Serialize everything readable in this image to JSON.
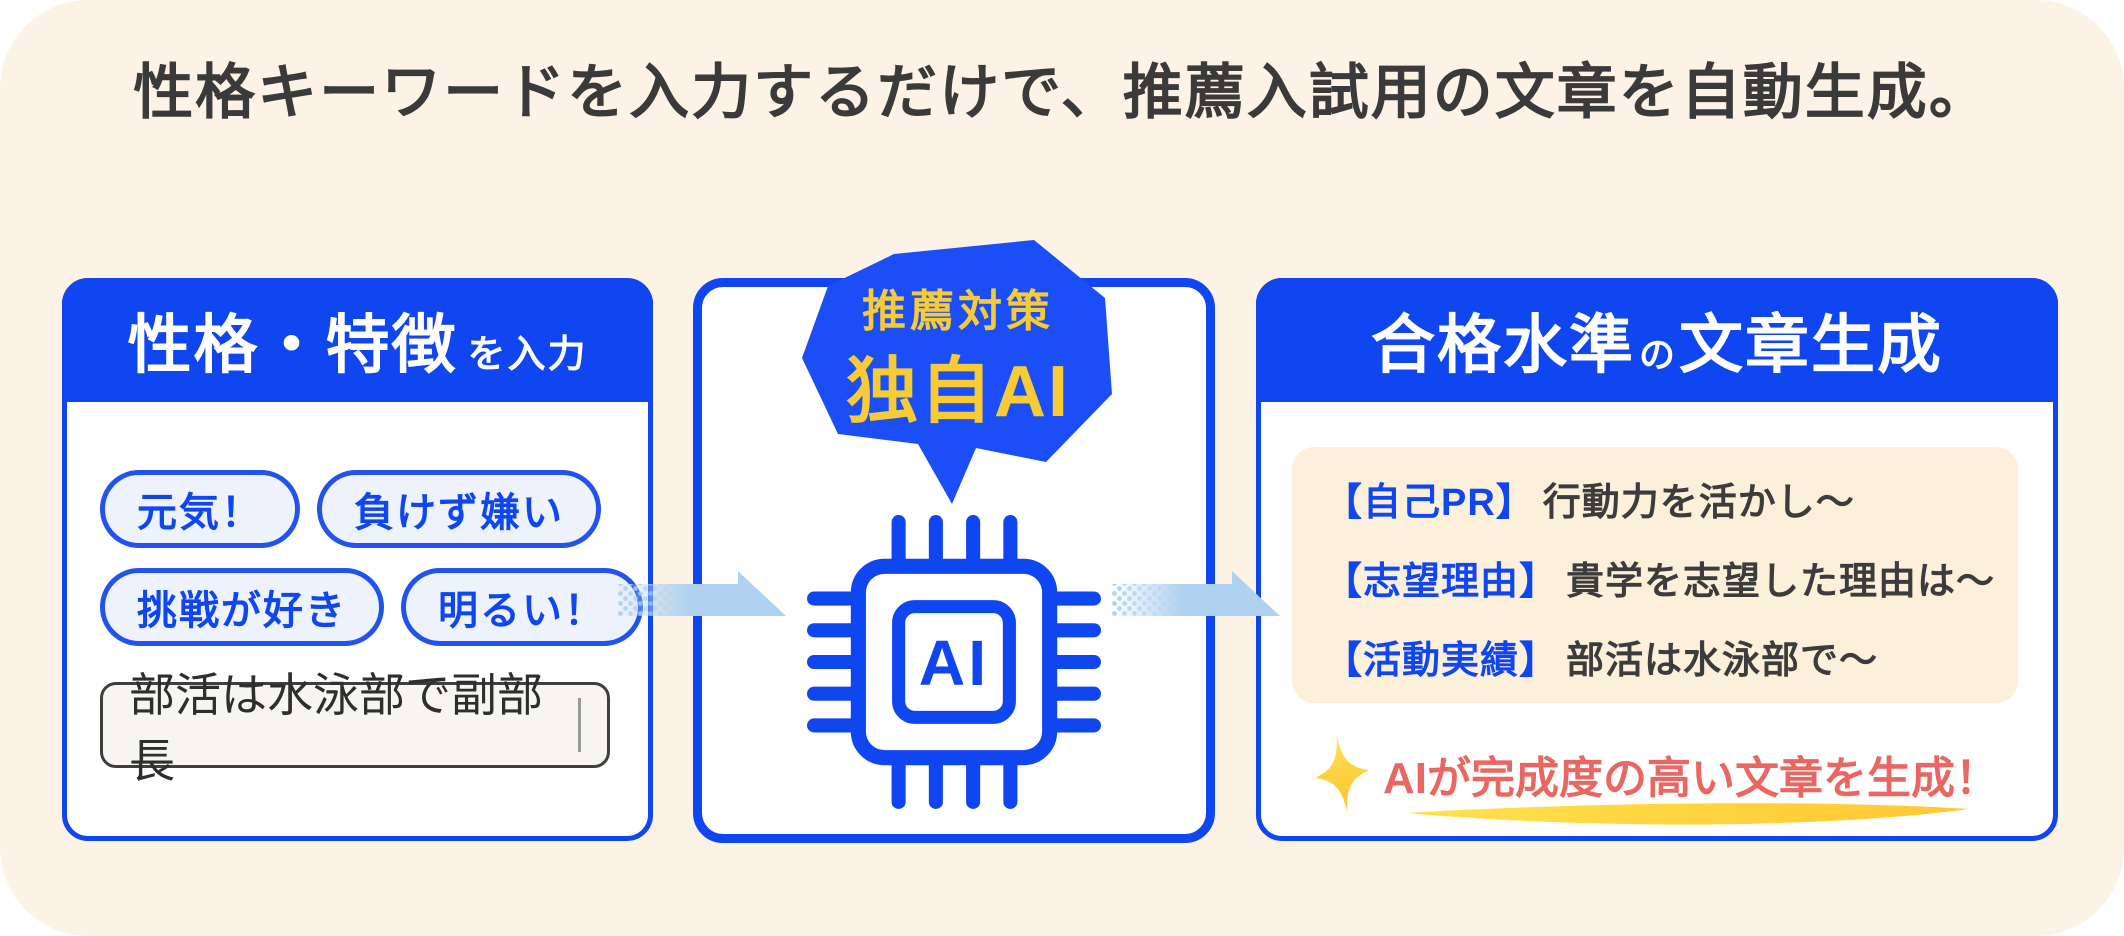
{
  "headline": "性格キーワードを入力するだけで、推薦入試用の文章を自動生成。",
  "colors": {
    "primary_blue": "#0F46F0",
    "bubble_blue": "#1B4FF5",
    "pill_border_blue": "#2254ED",
    "pill_bg": "#EDF2FC",
    "arrow_light_blue": "#AFD2F0",
    "page_cream": "#FCF2E6",
    "result_box_cream": "#FDF0DB",
    "accent_yellow": "#F7CB35",
    "accent_red": "#EA6661",
    "text_dark": "#3A3A3A"
  },
  "input_panel": {
    "title_main": "性格・特徴",
    "title_suffix": "を入力",
    "tags": [
      "元気！",
      "負けず嫌い",
      "挑戦が好き",
      "明るい！"
    ],
    "input_value": "部活は水泳部で副部長"
  },
  "ai_section": {
    "bubble_line1": "推薦対策",
    "bubble_line2": "独自AI",
    "chip_label": "AI"
  },
  "result_panel": {
    "title_main": "合格水準",
    "title_particle": "の",
    "title_sub": "文章生成",
    "items": [
      {
        "label": "【自己PR】",
        "text": "行動力を活かし〜"
      },
      {
        "label": "【志望理由】",
        "text": "貴学を志望した理由は〜"
      },
      {
        "label": "【活動実績】",
        "text": "部活は水泳部で〜"
      }
    ],
    "footer": "AIが完成度の高い文章を生成！"
  }
}
